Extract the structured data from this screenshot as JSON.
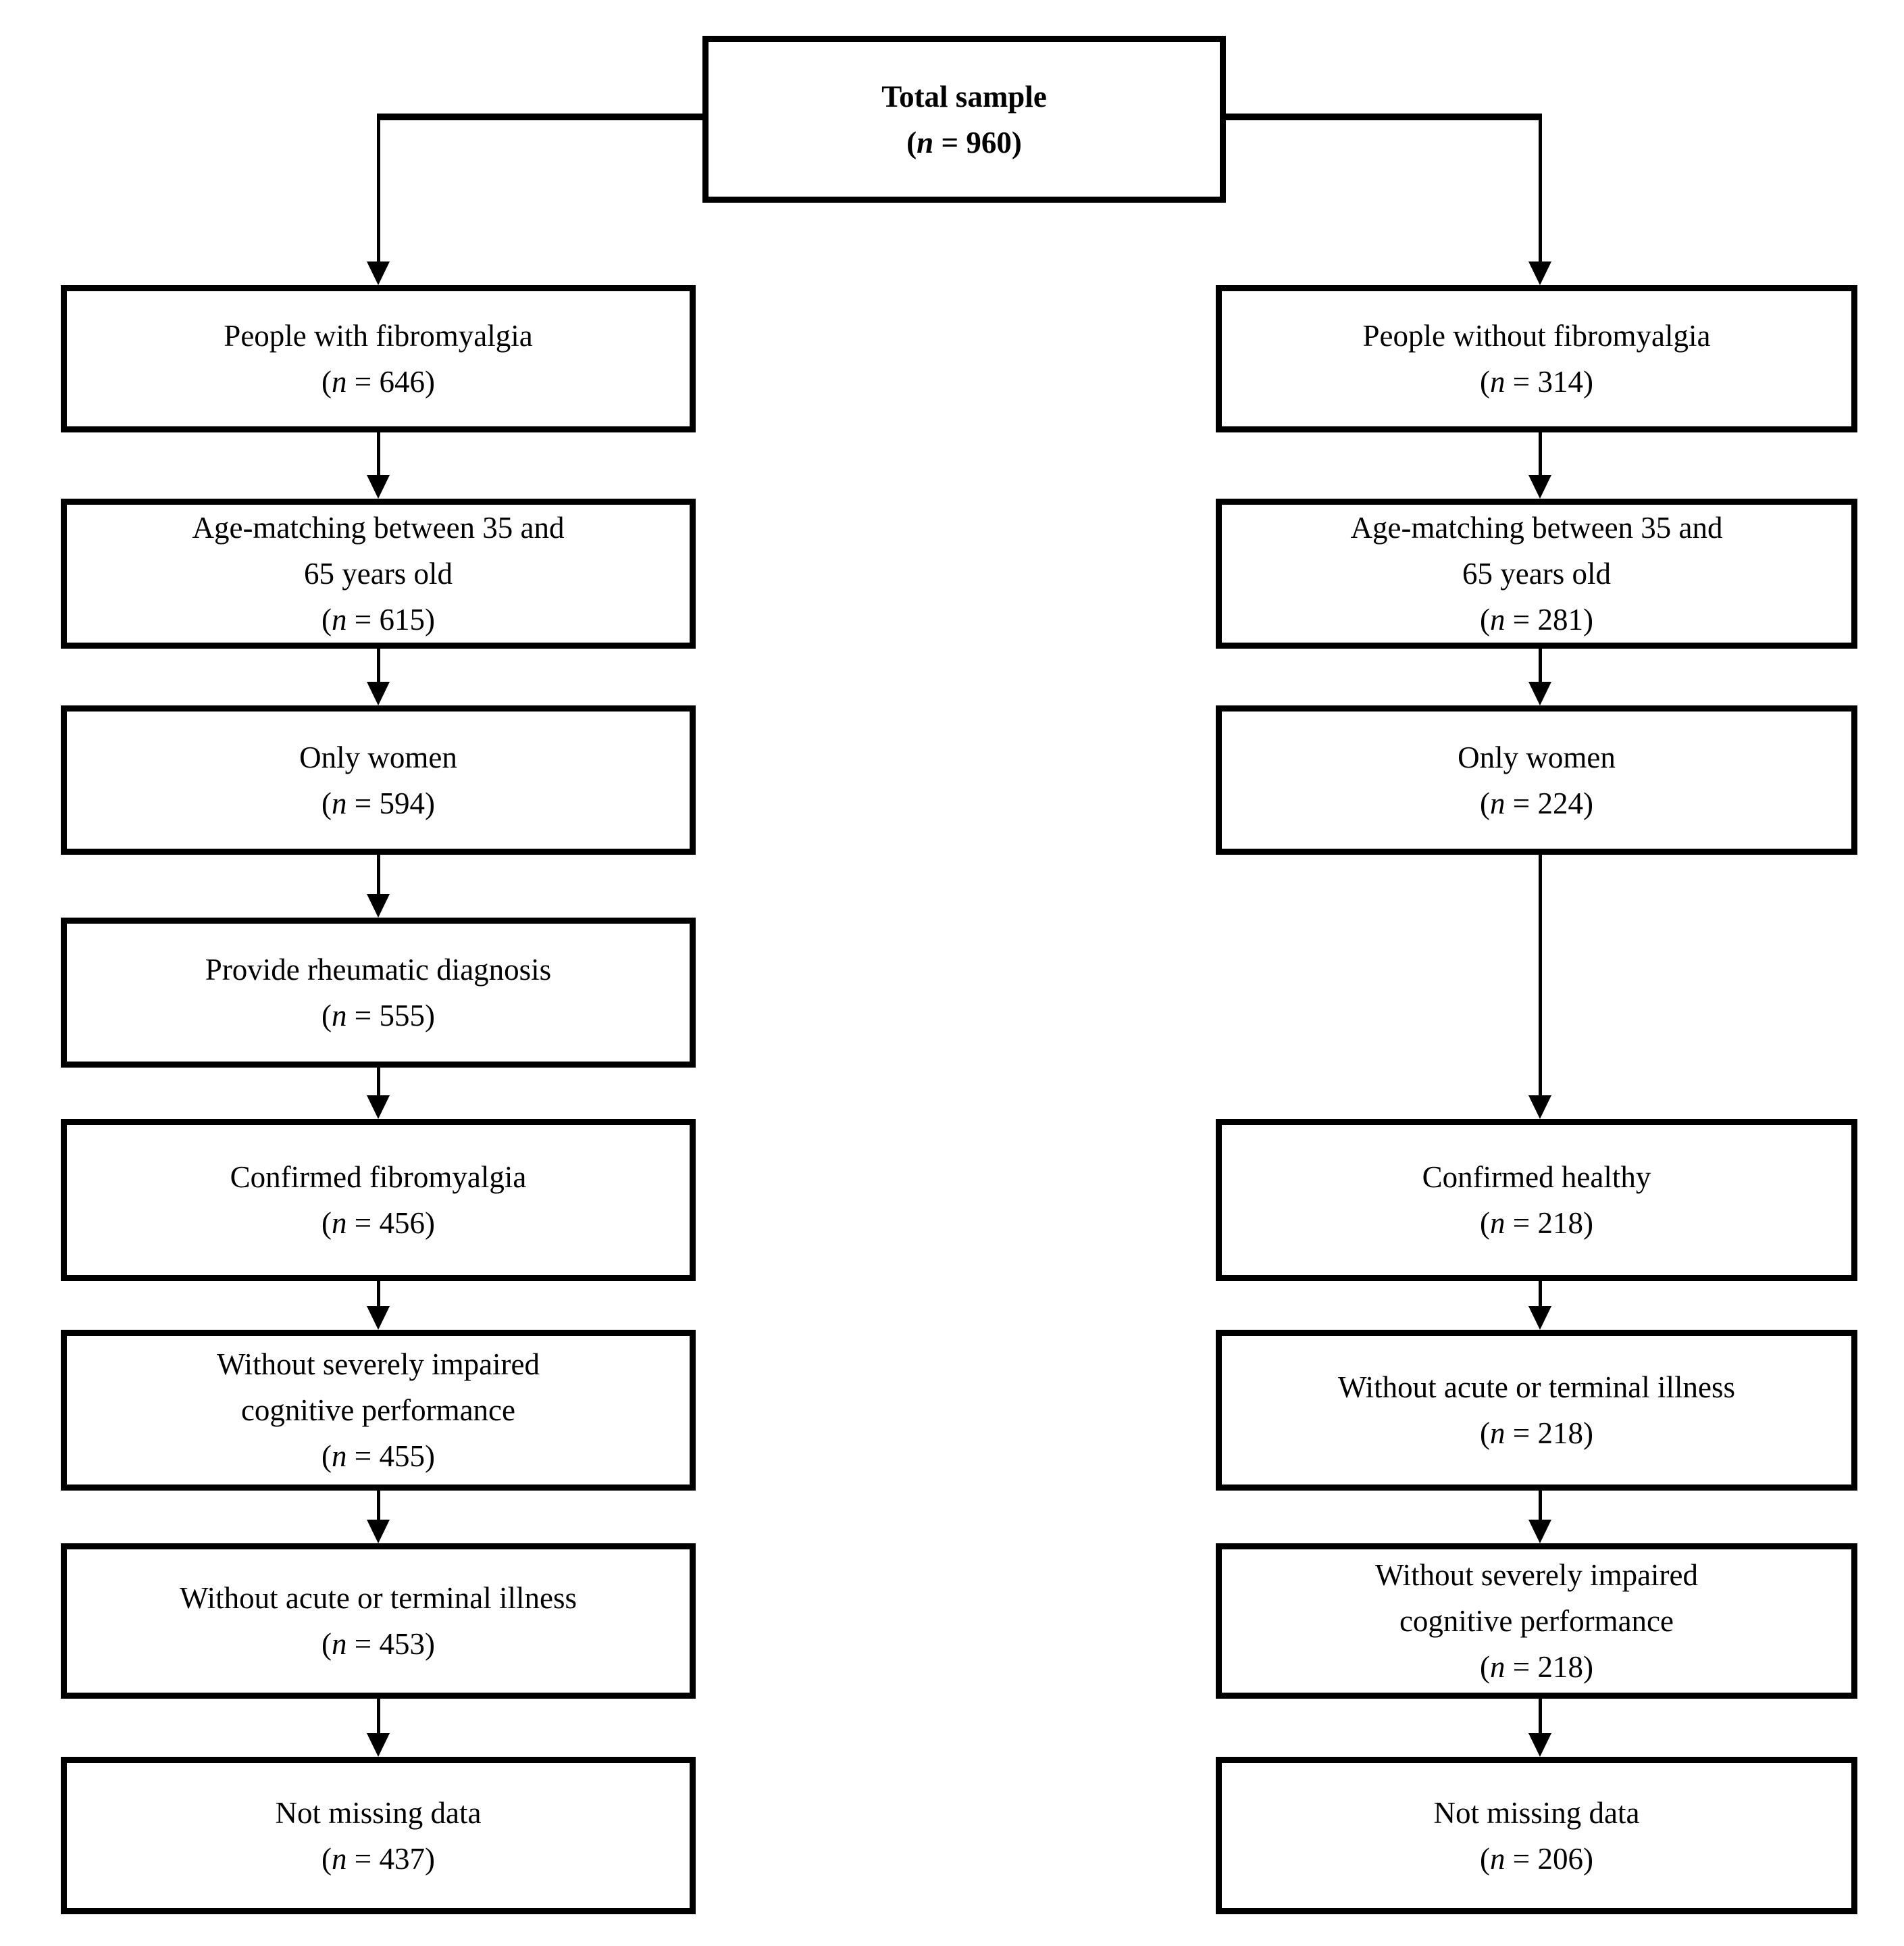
{
  "fmt": {
    "open_paren": "(",
    "n_symbol": "n",
    "equals": " = ",
    "close_paren": ")"
  },
  "top": {
    "label": "Total sample",
    "n": "960"
  },
  "left_column": {
    "boxes": [
      {
        "label": "People with fibromyalgia",
        "n": "646"
      },
      {
        "label": "Age-matching between 35 and\n65 years old",
        "n": "615"
      },
      {
        "label": "Only women",
        "n": "594"
      },
      {
        "label": "Provide rheumatic diagnosis",
        "n": "555"
      },
      {
        "label": "Confirmed fibromyalgia",
        "n": "456"
      },
      {
        "label": "Without severely impaired\ncognitive performance",
        "n": "455"
      },
      {
        "label": "Without acute or terminal illness",
        "n": "453"
      },
      {
        "label": "Not missing data",
        "n": "437"
      }
    ]
  },
  "right_column": {
    "boxes": [
      {
        "label": "People without fibromyalgia",
        "n": "314"
      },
      {
        "label": "Age-matching between 35 and\n65 years old",
        "n": "281"
      },
      {
        "label": "Only women",
        "n": "224"
      },
      {
        "label": "Confirmed healthy",
        "n": "218"
      },
      {
        "label": "Without acute or terminal illness",
        "n": "218"
      },
      {
        "label": "Without severely impaired\ncognitive performance",
        "n": "218"
      },
      {
        "label": "Not missing data",
        "n": "206"
      }
    ]
  },
  "colors": {
    "line": "#000000",
    "background": "#ffffff",
    "text": "#000000"
  }
}
